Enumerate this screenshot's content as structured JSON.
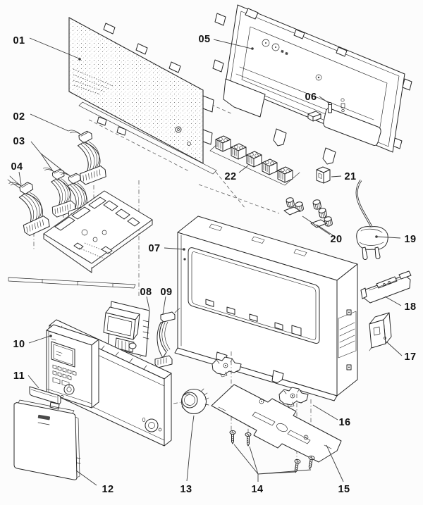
{
  "colors": {
    "background": "#fcfcfc",
    "line": "#262626",
    "label_text": "#111111",
    "guide": "#5a5a5a"
  },
  "callouts": {
    "c01": "01",
    "c02": "02",
    "c03": "03",
    "c04": "04",
    "c05": "05",
    "c06": "06",
    "c07": "07",
    "c08": "08",
    "c09": "09",
    "c10": "10",
    "c11": "11",
    "c12": "12",
    "c13": "13",
    "c14": "14",
    "c15": "15",
    "c16": "16",
    "c17": "17",
    "c18": "18",
    "c19": "19",
    "c20": "20",
    "c21": "21",
    "c22": "22"
  }
}
